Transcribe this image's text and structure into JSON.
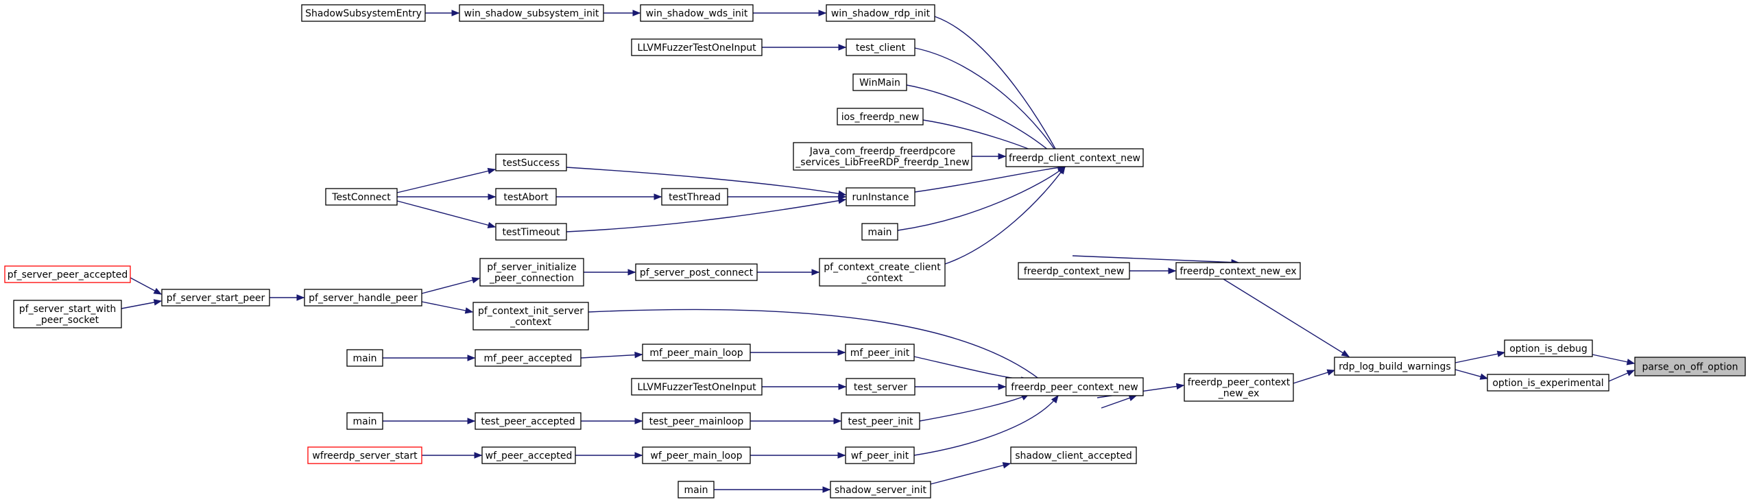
{
  "graph": {
    "nodes": {
      "n_parse": [
        "parse_on_off_option"
      ],
      "n_debug": [
        "option_is_debug"
      ],
      "n_exp": [
        "option_is_experimental"
      ],
      "n_rdplog": [
        "rdp_log_build_warnings"
      ],
      "n_ctxnewex": [
        "freerdp_context_new_ex"
      ],
      "n_peerctxnewex": [
        "freerdp_peer_context",
        "_new_ex"
      ],
      "n_ctxnew": [
        "freerdp_context_new"
      ],
      "n_clientctxnew": [
        "freerdp_client_context_new"
      ],
      "n_peerctxnew": [
        "freerdp_peer_context_new"
      ],
      "n_shadowaccepted": [
        "shadow_client_accepted"
      ],
      "n_winrdp": [
        "win_shadow_rdp_init"
      ],
      "n_testclient": [
        "test_client"
      ],
      "n_winmain": [
        "WinMain"
      ],
      "n_ios": [
        "ios_freerdp_new"
      ],
      "n_java": [
        "Java_com_freerdp_freerdpcore",
        "_services_LibFreeRDP_freerdp_1new"
      ],
      "n_runinstance": [
        "runInstance"
      ],
      "n_main1": [
        "main"
      ],
      "n_pfcreate": [
        "pf_context_create_client",
        "_context"
      ],
      "n_winwds": [
        "win_shadow_wds_init"
      ],
      "n_winsub": [
        "win_shadow_subsystem_init"
      ],
      "n_shadowentry": [
        "ShadowSubsystemEntry"
      ],
      "n_llvm1": [
        "LLVMFuzzerTestOneInput"
      ],
      "n_testsuccess": [
        "testSuccess"
      ],
      "n_testabort": [
        "testAbort"
      ],
      "n_testthread": [
        "testThread"
      ],
      "n_testtimeout": [
        "testTimeout"
      ],
      "n_testconnect": [
        "TestConnect"
      ],
      "n_pfpost": [
        "pf_server_post_connect"
      ],
      "n_pfinit": [
        "pf_server_initialize",
        "_peer_connection"
      ],
      "n_pfhandle": [
        "pf_server_handle_peer"
      ],
      "n_pfstart": [
        "pf_server_start_peer"
      ],
      "n_pfaccepted": [
        "pf_server_peer_accepted"
      ],
      "n_pfsocket": [
        "pf_server_start_with",
        "_peer_socket"
      ],
      "n_pfctxinit": [
        "pf_context_init_server",
        "_context"
      ],
      "n_mfpeerinit": [
        "mf_peer_init"
      ],
      "n_mfmainloop": [
        "mf_peer_main_loop"
      ],
      "n_mfaccepted": [
        "mf_peer_accepted"
      ],
      "n_main2": [
        "main"
      ],
      "n_testserver": [
        "test_server"
      ],
      "n_llvm2": [
        "LLVMFuzzerTestOneInput"
      ],
      "n_testpeerinit": [
        "test_peer_init"
      ],
      "n_testpeermainloop": [
        "test_peer_mainloop"
      ],
      "n_testpeeraccepted": [
        "test_peer_accepted"
      ],
      "n_main3": [
        "main"
      ],
      "n_wfpeerinit": [
        "wf_peer_init"
      ],
      "n_wfmainloop": [
        "wf_peer_main_loop"
      ],
      "n_wfaccepted": [
        "wf_peer_accepted"
      ],
      "n_wfstart": [
        "wfreerdp_server_start"
      ],
      "n_shadowserverinit": [
        "shadow_server_init"
      ],
      "n_main4": [
        "main"
      ]
    }
  },
  "colors": {
    "edge": "#191970",
    "node_border": "#000000",
    "highlight_border": "#ff0000",
    "focus_fill": "#bfbfbf"
  }
}
